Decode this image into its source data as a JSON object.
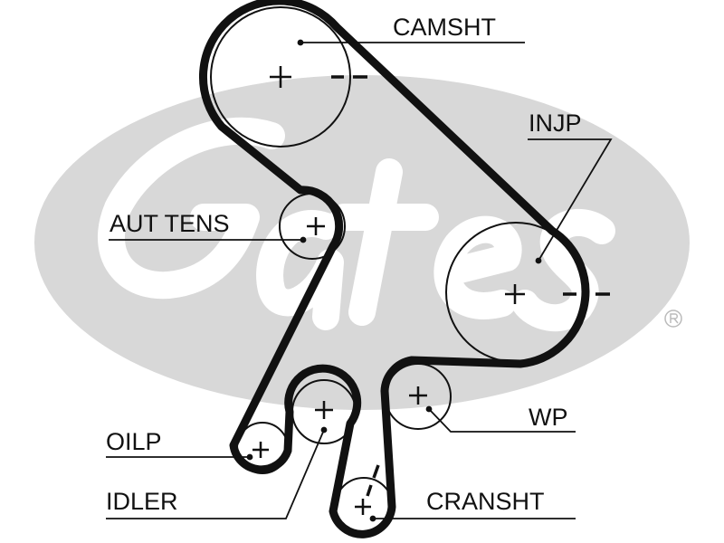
{
  "logo": {
    "text": "Gates",
    "registered_mark": "®",
    "color": "#d8d8d8"
  },
  "diagram": {
    "belt_color": "#111111",
    "pulleys": [
      {
        "id": "camsht",
        "label": "CAMSHT"
      },
      {
        "id": "injp",
        "label": "INJP"
      },
      {
        "id": "aut_tens",
        "label": "AUT TENS"
      },
      {
        "id": "wp",
        "label": "WP"
      },
      {
        "id": "oilp",
        "label": "OILP"
      },
      {
        "id": "idler",
        "label": "IDLER"
      },
      {
        "id": "cransht",
        "label": "CRANSHT"
      }
    ]
  }
}
